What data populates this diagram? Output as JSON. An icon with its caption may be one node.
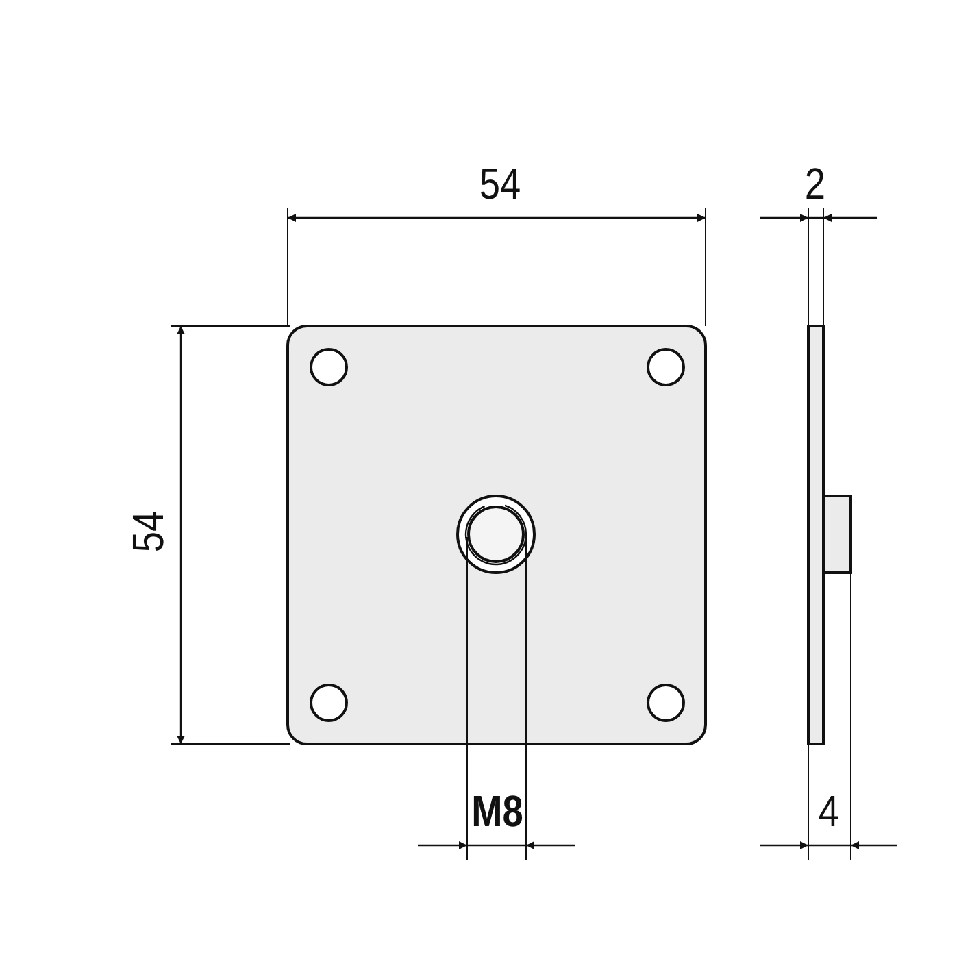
{
  "diagram": {
    "labels": [
      "54",
      "2",
      "54",
      "M8",
      "4"
    ]
  }
}
